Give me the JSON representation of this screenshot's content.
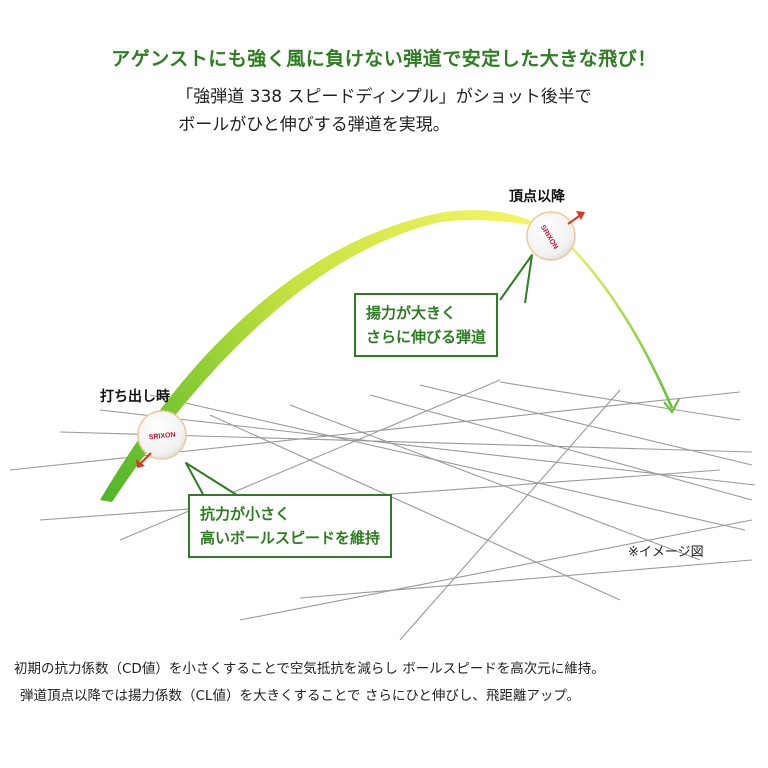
{
  "header": {
    "headline": "アゲンストにも強く風に負けない弾道で安定した大きな飛び！",
    "sub_line1": "「強弾道 338 スピードディンプル」がショット後半で",
    "sub_line2": "ボールがひと伸びする弾道を実現。"
  },
  "diagram": {
    "label_apex": "頂点以降",
    "label_launch": "打ち出し時",
    "callout_apex_line1": "揚力が大きく",
    "callout_apex_line2": "さらに伸びる弾道",
    "callout_launch_line1": "抗力が小さく",
    "callout_launch_line2": "高いボールスピードを維持",
    "ball_logo": "SRIXON",
    "image_note": "※イメージ図"
  },
  "footer": {
    "line1": "初期の抗力係数（CD値）を小さくすることで空気抵抗を減らし ボールスピードを高次元に維持。",
    "line2": "弾道頂点以降では揚力係数（CL値）を大きくすることで さらにひと伸びし、飛距離アップ。"
  },
  "colors": {
    "brand_green": "#2e7d22",
    "trajectory_yellow": "#f2f25a",
    "trajectory_green": "#5fbf32",
    "arrow_red": "#d63a1f",
    "grid_gray": "#9a9a9a"
  }
}
